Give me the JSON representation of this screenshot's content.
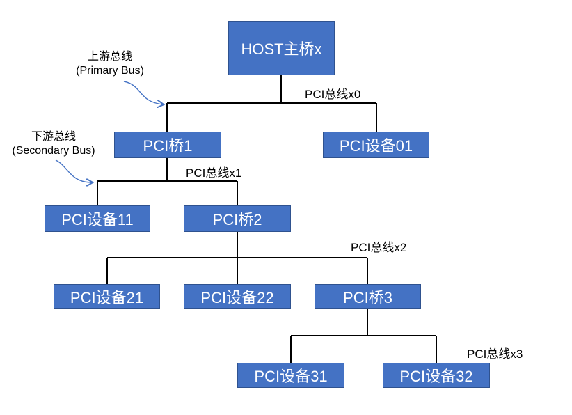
{
  "nodes": {
    "host": "HOST主桥x",
    "bridge1": "PCI桥1",
    "dev01": "PCI设备01",
    "dev11": "PCI设备11",
    "bridge2": "PCI桥2",
    "dev21": "PCI设备21",
    "dev22": "PCI设备22",
    "bridge3": "PCI桥3",
    "dev31": "PCI设备31",
    "dev32": "PCI设备32"
  },
  "buses": {
    "x0": "PCI总线x0",
    "x1": "PCI总线x1",
    "x2": "PCI总线x2",
    "x3": "PCI总线x3"
  },
  "annotations": {
    "primary_cn": "上游总线",
    "primary_en": "(Primary Bus)",
    "secondary_cn": "下游总线",
    "secondary_en": "(Secondary Bus)"
  },
  "colors": {
    "node_fill": "#4472C4",
    "node_border": "#2F528F",
    "arrow": "#4472C4",
    "line": "#000000"
  }
}
